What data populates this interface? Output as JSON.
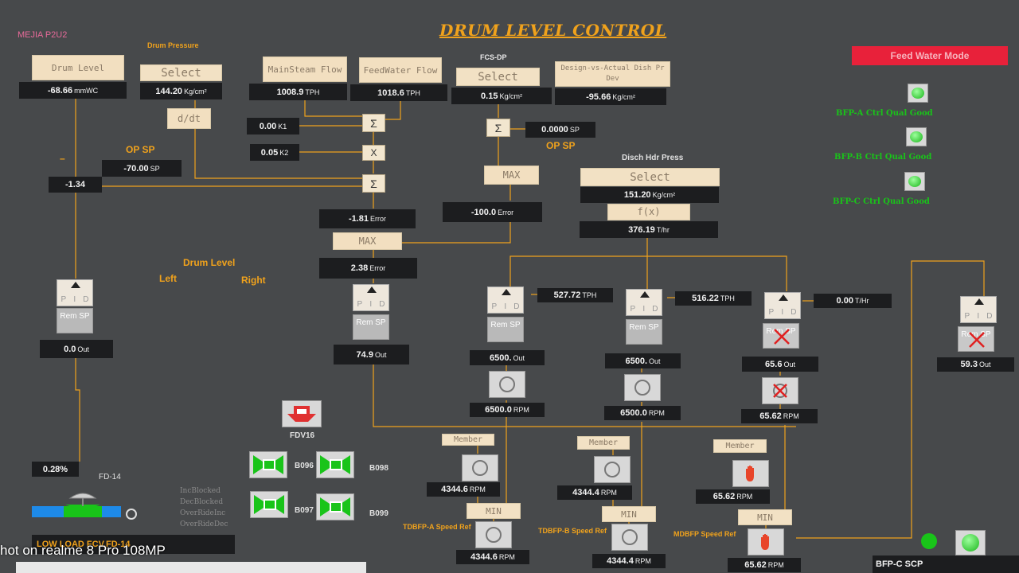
{
  "header": {
    "unit_tag": "MEJIA P2U2",
    "title": "DRUM LEVEL CONTROL",
    "mode_button": "Feed Water Mode"
  },
  "inputs": {
    "drum_level": {
      "label": "Drum Level",
      "value": "-68.66",
      "unit": "mmWC"
    },
    "drum_pressure": {
      "caption": "Drum Pressure",
      "label": "Select",
      "value": "144.20",
      "unit": "Kg/cm²"
    },
    "main_steam": {
      "label": "MainSteam Flow",
      "value": "1008.9",
      "unit": "TPH"
    },
    "feedwater": {
      "label": "FeedWater Flow",
      "value": "1018.6",
      "unit": "TPH"
    },
    "fcs_dp": {
      "caption": "FCS-DP",
      "label": "Select",
      "value": "0.15",
      "unit": "Kg/cm²"
    },
    "design_vs_actual": {
      "label": "Design-vs-Actual Dish Pr Dev",
      "value": "-95.66",
      "unit": "Kg/cm²"
    }
  },
  "blocks": {
    "ddt": "d/dt",
    "sum": "Σ",
    "mult": "X",
    "max": "MAX",
    "min": "MIN",
    "fx": "f(x)",
    "k1": {
      "value": "0.00",
      "unit": "K1"
    },
    "k2": {
      "value": "0.05",
      "unit": "K2"
    },
    "op_sp_left": {
      "label": "OP SP",
      "value": "-70.00",
      "unit": "SP"
    },
    "op_sp_right": {
      "label": "OP SP",
      "value": "0.0000",
      "unit": "SP"
    },
    "dash": "–",
    "left_out": "-1.34",
    "error1": {
      "value": "-1.81",
      "unit": "Error"
    },
    "error2": {
      "value": "-100.0",
      "unit": "Error"
    },
    "error3": {
      "value": "2.38",
      "unit": "Error"
    },
    "disch_hdr": {
      "caption": "Disch Hdr Press",
      "label": "Select",
      "value": "151.20",
      "unit": "Kg/cm²"
    },
    "fx_out": {
      "value": "376.19",
      "unit": "T/hr"
    }
  },
  "drum_level_side": {
    "title": "Drum Level",
    "left": "Left",
    "right": "Right"
  },
  "pid": {
    "letters": [
      "P",
      "I",
      "D"
    ],
    "rem": "Rem SP",
    "left": {
      "out": "0.0",
      "unit": "Out"
    },
    "master": {
      "out": "74.9",
      "unit": "Out"
    },
    "a": {
      "flow": "527.72",
      "flow_unit": "TPH",
      "out": "6500.",
      "unit": "Out",
      "rpm": "6500.0",
      "rpm_unit": "RPM"
    },
    "b": {
      "flow": "516.22",
      "flow_unit": "TPH",
      "out": "6500.",
      "unit": "Out",
      "rpm": "6500.0",
      "rpm_unit": "RPM"
    },
    "c": {
      "flow": "0.00",
      "flow_unit": "T/Hr",
      "out": "65.6",
      "unit": "Out",
      "rpm": "65.62",
      "rpm_unit": "RPM"
    },
    "d": {
      "out": "59.3",
      "unit": "Out"
    }
  },
  "members": {
    "label": "Member",
    "a_rpm": "4344.6",
    "b_rpm": "4344.4",
    "c_rpm": "65.62",
    "a_min_rpm": "4344.6",
    "b_min_rpm": "4344.4",
    "c_min_rpm": "65.62",
    "rpm_unit": "RPM",
    "a_caption": "TDBFP-A Speed Ref",
    "b_caption": "TDBFP-B Speed Ref",
    "c_caption": "MDBFP Speed Ref"
  },
  "quality": {
    "a": "BFP-A Ctrl Qual Good",
    "b": "BFP-B Ctrl Qual Good",
    "c": "BFP-C Ctrl Qual Good"
  },
  "valves": {
    "fdv16": "FDV16",
    "b096": "B096",
    "b097": "B097",
    "b098": "B098",
    "b099": "B099",
    "fd14": "FD-14",
    "fd14_pct": "0.28%",
    "blocked": [
      "IncBlocked",
      "DecBlocked",
      "OverRideInc",
      "OverRideDec"
    ]
  },
  "footer": {
    "low_load": "LOW LOAD FCV,FD-14",
    "bfpc_scp": "BFP-C SCP",
    "camera_caption": "hot on realme 8 Pro 108MP"
  },
  "colors": {
    "wire": "#f0a21c",
    "background": "#47494b",
    "panel_value": "#1c1d1f",
    "mode_red": "#e8213a",
    "good_green": "#19c419"
  }
}
